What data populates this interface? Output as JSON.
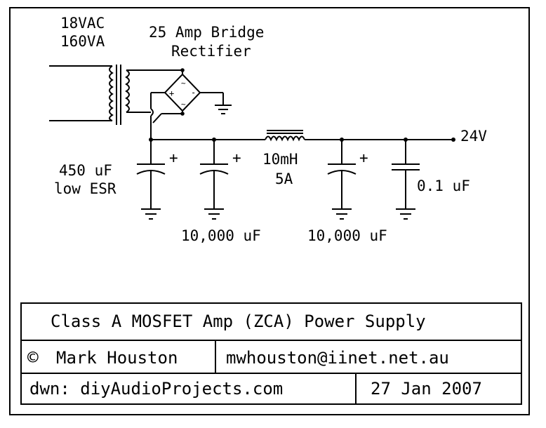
{
  "schematic": {
    "transformer_voltage": "18VAC",
    "transformer_power": "160VA",
    "rectifier_line1": "25 Amp Bridge",
    "rectifier_line2": "Rectifier",
    "cap1_value": "450 uF",
    "cap1_type": "low ESR",
    "cap2_value": "10,000 uF",
    "inductor_value": "10mH",
    "inductor_current": "5A",
    "cap3_value": "10,000 uF",
    "cap4_value": "0.1 uF",
    "output_voltage": "24V",
    "plus_sign": "+"
  },
  "title_block": {
    "title": "Class A MOSFET Amp (ZCA) Power Supply",
    "author": "Mark Houston",
    "copyright_symbol": "©",
    "email": "mwhouston@iinet.net.au",
    "source": "dwn: diyAudioProjects.com",
    "date": "27 Jan 2007"
  }
}
